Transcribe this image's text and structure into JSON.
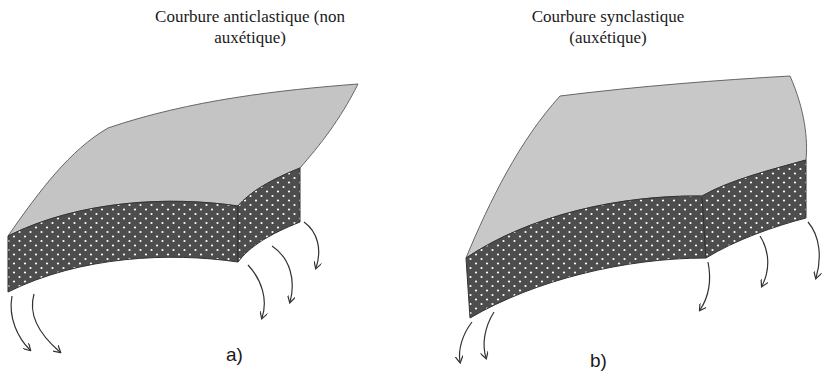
{
  "diagram": {
    "labels": [
      "Courbure anticlastique (non auxétique)",
      "Courbure synclastique (auxétique)",
      "a)",
      "b)"
    ]
  }
}
